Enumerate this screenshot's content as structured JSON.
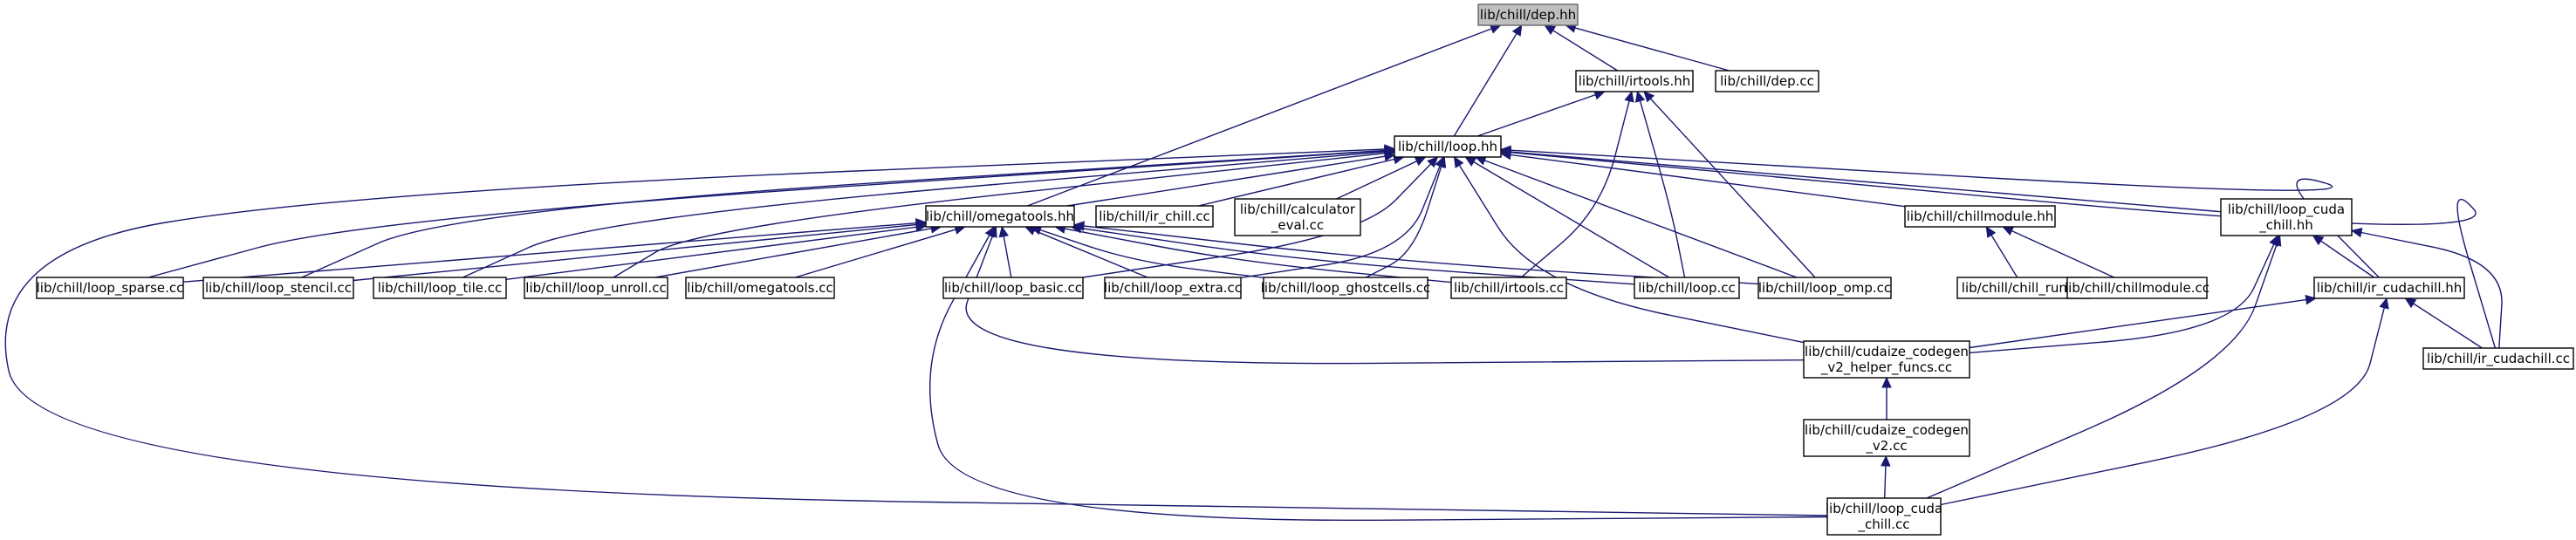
{
  "graph": {
    "edge_color": "#191970",
    "root_fill": "#bfbfbf",
    "nodes": {
      "dep_hh": {
        "lines": [
          "lib/chill/dep.hh"
        ],
        "root": true
      },
      "irtools_hh": {
        "lines": [
          "lib/chill/irtools.hh"
        ]
      },
      "dep_cc": {
        "lines": [
          "lib/chill/dep.cc"
        ]
      },
      "loop_hh": {
        "lines": [
          "lib/chill/loop.hh"
        ]
      },
      "omegatools_hh": {
        "lines": [
          "lib/chill/omegatools.hh"
        ]
      },
      "ir_chill_cc": {
        "lines": [
          "lib/chill/ir_chill.cc"
        ]
      },
      "calculator_eval_cc": {
        "lines": [
          "lib/chill/calculator",
          "_eval.cc"
        ]
      },
      "chillmodule_hh": {
        "lines": [
          "lib/chill/chillmodule.hh"
        ]
      },
      "loop_cuda_chill_hh": {
        "lines": [
          "lib/chill/loop_cuda",
          "_chill.hh"
        ]
      },
      "loop_sparse_cc": {
        "lines": [
          "lib/chill/loop_sparse.cc"
        ]
      },
      "loop_stencil_cc": {
        "lines": [
          "lib/chill/loop_stencil.cc"
        ]
      },
      "loop_tile_cc": {
        "lines": [
          "lib/chill/loop_tile.cc"
        ]
      },
      "loop_unroll_cc": {
        "lines": [
          "lib/chill/loop_unroll.cc"
        ]
      },
      "omegatools_cc": {
        "lines": [
          "lib/chill/omegatools.cc"
        ]
      },
      "loop_basic_cc": {
        "lines": [
          "lib/chill/loop_basic.cc"
        ]
      },
      "loop_extra_cc": {
        "lines": [
          "lib/chill/loop_extra.cc"
        ]
      },
      "loop_ghostcells_cc": {
        "lines": [
          "lib/chill/loop_ghostcells.cc"
        ]
      },
      "irtools_cc": {
        "lines": [
          "lib/chill/irtools.cc"
        ]
      },
      "loop_cc": {
        "lines": [
          "lib/chill/loop.cc"
        ]
      },
      "loop_omp_cc": {
        "lines": [
          "lib/chill/loop_omp.cc"
        ]
      },
      "chill_run_cc": {
        "lines": [
          "lib/chill/chill_run.cc"
        ]
      },
      "chillmodule_cc": {
        "lines": [
          "lib/chill/chillmodule.cc"
        ]
      },
      "ir_cudachill_hh": {
        "lines": [
          "lib/chill/ir_cudachill.hh"
        ]
      },
      "ir_cudachill_cc": {
        "lines": [
          "lib/chill/ir_cudachill.cc"
        ]
      },
      "cudaize_codegen_v2_helper_funcs_cc": {
        "lines": [
          "lib/chill/cudaize_codegen",
          "_v2_helper_funcs.cc"
        ]
      },
      "cudaize_codegen_v2_cc": {
        "lines": [
          "lib/chill/cudaize_codegen",
          "_v2.cc"
        ]
      },
      "loop_cuda_chill_cc": {
        "lines": [
          "lib/chill/loop_cuda",
          "_chill.cc"
        ]
      }
    }
  }
}
